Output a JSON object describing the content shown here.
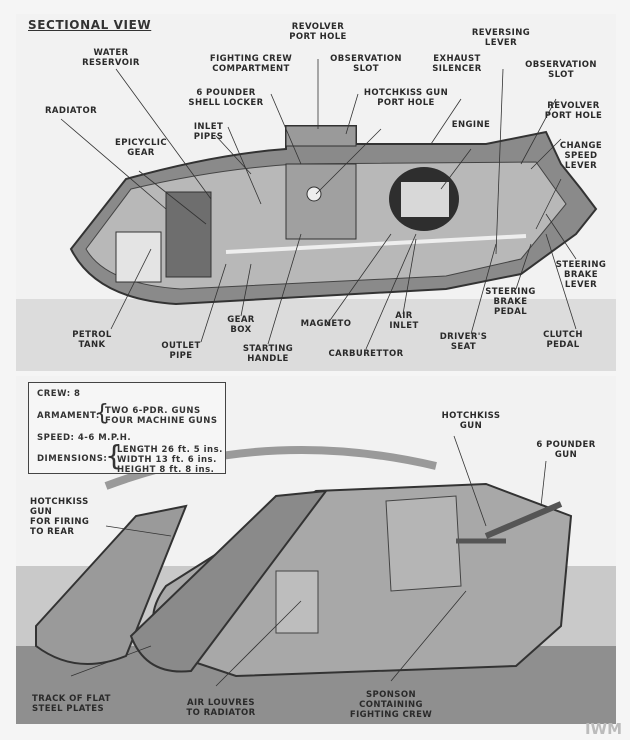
{
  "sectional_view": {
    "title": "SECTIONAL VIEW",
    "labels": {
      "revolver_port_hole_top": "REVOLVER\nPORT HOLE",
      "reversing_lever": "REVERSING\nLEVER",
      "water_reservoir": "WATER\nRESERVOIR",
      "fighting_crew_compartment": "FIGHTING CREW\nCOMPARTMENT",
      "observation_slot_center": "OBSERVATION\nSLOT",
      "exhaust_silencer": "EXHAUST\nSILENCER",
      "observation_slot_right": "OBSERVATION\nSLOT",
      "shell_locker": "6 POUNDER\nSHELL LOCKER",
      "hotchkiss_port_hole": "HOTCHKISS GUN\nPORT HOLE",
      "radiator": "RADIATOR",
      "revolver_port_hole_right": "REVOLVER\nPORT HOLE",
      "engine": "ENGINE",
      "inlet_pipes": "INLET\nPIPES",
      "epicyclic_gear": "EPICYCLIC\nGEAR",
      "change_speed_lever": "CHANGE\nSPEED\nLEVER",
      "steering_brake_lever": "STEERING\nBRAKE\nLEVER",
      "steering_brake_pedal": "STEERING\nBRAKE\nPEDAL",
      "gear_box": "GEAR\nBOX",
      "magneto": "MAGNETO",
      "air_inlet": "AIR\nINLET",
      "petrol_tank": "PETROL\nTANK",
      "outlet_pipe": "OUTLET\nPIPE",
      "starting_handle": "STARTING\nHANDLE",
      "carburettor": "CARBURETTOR",
      "drivers_seat": "DRIVER'S\nSEAT",
      "clutch_pedal": "CLUTCH\nPEDAL"
    }
  },
  "specs": {
    "crew": "CREW:  8",
    "armament_label": "ARMAMENT:",
    "armament": [
      "TWO 6-PDR.  GUNS",
      "FOUR MACHINE GUNS"
    ],
    "speed": "SPEED:   4-6  M.P.H.",
    "dimensions_label": "DIMENSIONS:",
    "dimensions": [
      "LENGTH  26 ft.  5 ins.",
      "WIDTH    13 ft.  6 ins.",
      "HEIGHT   8 ft.   8 ins."
    ]
  },
  "exterior_view": {
    "labels": {
      "hotchkiss_gun": "HOTCHKISS\nGUN",
      "six_pounder_gun": "6 POUNDER\nGUN",
      "hotchkiss_rear": "HOTCHKISS GUN\nFOR FIRING\nTO REAR",
      "track": "TRACK OF FLAT\nSTEEL PLATES",
      "air_louvres": "AIR LOUVRES\nTO RADIATOR",
      "sponson": "SPONSON CONTAINING\nFIGHTING CREW"
    }
  },
  "watermark": "IWM"
}
